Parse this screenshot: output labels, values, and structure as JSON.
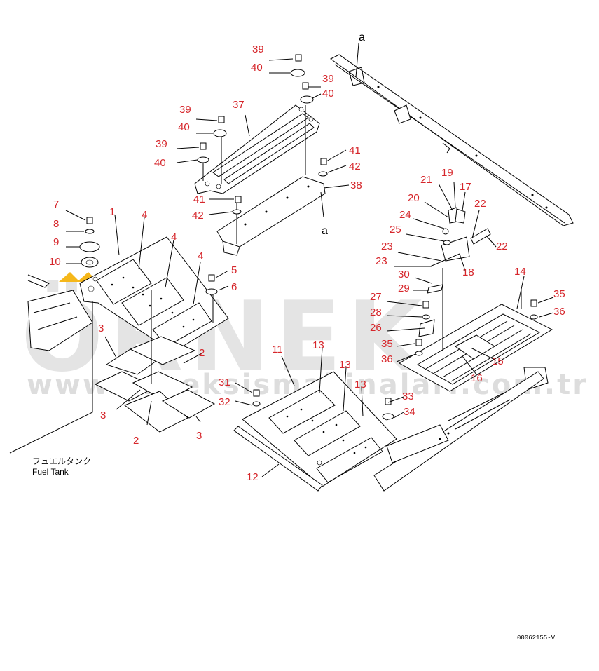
{
  "watermark": {
    "brand": "ÖRNEK",
    "url": "www.orneksismakinalari.com.tr",
    "accent": "#f5b71a"
  },
  "refs": {
    "a_top": "a",
    "a_mid": "a"
  },
  "labels": {
    "fuel_tank_jp": "フュエルタンク",
    "fuel_tank_en": "Fuel Tank"
  },
  "drawing_code": "00062155-V",
  "callouts": [
    {
      "id": "c39a",
      "text": "39"
    },
    {
      "id": "c40a",
      "text": "40"
    },
    {
      "id": "c39b",
      "text": "39"
    },
    {
      "id": "c40b",
      "text": "40"
    },
    {
      "id": "c37",
      "text": "37"
    },
    {
      "id": "c39c",
      "text": "39"
    },
    {
      "id": "c40c",
      "text": "40"
    },
    {
      "id": "c39d",
      "text": "39"
    },
    {
      "id": "c40d",
      "text": "40"
    },
    {
      "id": "c41a",
      "text": "41"
    },
    {
      "id": "c42a",
      "text": "42"
    },
    {
      "id": "c38",
      "text": "38"
    },
    {
      "id": "c41b",
      "text": "41"
    },
    {
      "id": "c42b",
      "text": "42"
    },
    {
      "id": "c7",
      "text": "7"
    },
    {
      "id": "c8",
      "text": "8"
    },
    {
      "id": "c9",
      "text": "9"
    },
    {
      "id": "c10",
      "text": "10"
    },
    {
      "id": "c1",
      "text": "1"
    },
    {
      "id": "c4a",
      "text": "4"
    },
    {
      "id": "c4b",
      "text": "4"
    },
    {
      "id": "c4c",
      "text": "4"
    },
    {
      "id": "c5",
      "text": "5"
    },
    {
      "id": "c6",
      "text": "6"
    },
    {
      "id": "c3a",
      "text": "3"
    },
    {
      "id": "c2a",
      "text": "2"
    },
    {
      "id": "c2b",
      "text": "2"
    },
    {
      "id": "c3b",
      "text": "3"
    },
    {
      "id": "c3c",
      "text": "3"
    },
    {
      "id": "c21",
      "text": "21"
    },
    {
      "id": "c19",
      "text": "19"
    },
    {
      "id": "c17",
      "text": "17"
    },
    {
      "id": "c20",
      "text": "20"
    },
    {
      "id": "c22a",
      "text": "22"
    },
    {
      "id": "c24",
      "text": "24"
    },
    {
      "id": "c25",
      "text": "25"
    },
    {
      "id": "c22b",
      "text": "22"
    },
    {
      "id": "c23a",
      "text": "23"
    },
    {
      "id": "c23b",
      "text": "23"
    },
    {
      "id": "c18",
      "text": "18"
    },
    {
      "id": "c30",
      "text": "30"
    },
    {
      "id": "c29",
      "text": "29"
    },
    {
      "id": "c14",
      "text": "14"
    },
    {
      "id": "c27",
      "text": "27"
    },
    {
      "id": "c28",
      "text": "28"
    },
    {
      "id": "c35a",
      "text": "35"
    },
    {
      "id": "c36a",
      "text": "36"
    },
    {
      "id": "c26",
      "text": "26"
    },
    {
      "id": "c35b",
      "text": "35"
    },
    {
      "id": "c36b",
      "text": "36"
    },
    {
      "id": "c15",
      "text": "15"
    },
    {
      "id": "c16",
      "text": "16"
    },
    {
      "id": "c11",
      "text": "11"
    },
    {
      "id": "c13a",
      "text": "13"
    },
    {
      "id": "c13b",
      "text": "13"
    },
    {
      "id": "c13c",
      "text": "13"
    },
    {
      "id": "c31",
      "text": "31"
    },
    {
      "id": "c32",
      "text": "32"
    },
    {
      "id": "c33",
      "text": "33"
    },
    {
      "id": "c34",
      "text": "34"
    },
    {
      "id": "c12",
      "text": "12"
    }
  ]
}
